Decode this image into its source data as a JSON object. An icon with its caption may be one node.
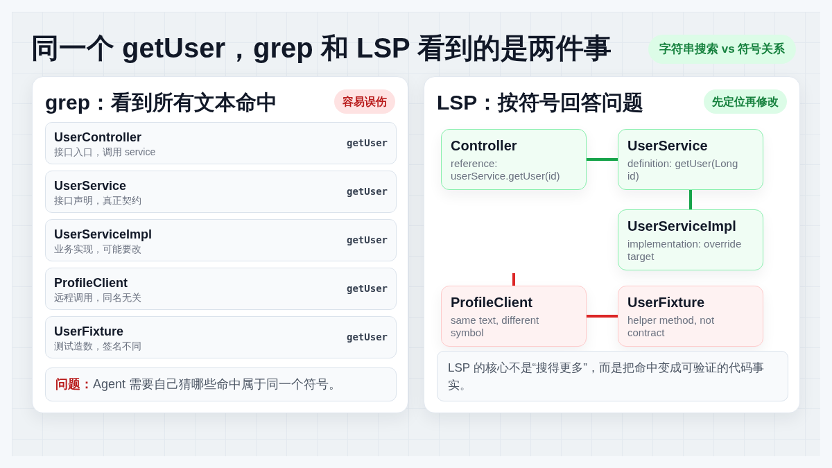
{
  "diagram": {
    "title": "同一个 getUser，grep 和 LSP 看到的是两件事",
    "nodes": [
      {
        "text": [
          "字符串搜索 vs 符号关系"
        ]
      },
      {
        "text": [
          "grep：看到所有文本命中"
        ]
      },
      {
        "text": [
          "容易误伤"
        ],
        "in": 1
      },
      {
        "text": [
          "UserController",
          "接口入口，调用 service",
          "getUser"
        ],
        "in": 1
      },
      {
        "text": [
          "UserService",
          "接口声明，真正契约",
          "getUser"
        ],
        "in": 1
      },
      {
        "text": [
          "UserServiceImpl",
          "业务实现，可能要改",
          "getUser"
        ],
        "in": 1
      },
      {
        "text": [
          "ProfileClient",
          "远程调用，同名无关",
          "getUser"
        ],
        "in": 1
      },
      {
        "text": [
          "UserFixture",
          "测试造数，签名不同",
          "getUser"
        ],
        "in": 1
      },
      {
        "text": [
          "**问题：**Agent 需要自己猜哪些命中属于同一个符号。"
        ],
        "in": 1
      },
      {
        "text": [
          "LSP：按符号回答问题"
        ]
      },
      {
        "text": [
          "先定位再修改"
        ],
        "in": 9
      },
      {
        "text": [
          "Controller",
          "reference: userService.getUser(id)"
        ],
        "in": 9
      },
      {
        "text": [
          "UserService",
          "definition: getUser(Long id)"
        ],
        "in": 9
      },
      {
        "text": [
          "UserServiceImpl",
          "implementation: override target"
        ],
        "in": 9
      },
      {
        "text": [
          "ProfileClient",
          "same text, different symbol"
        ],
        "in": 9
      },
      {
        "text": [
          "UserFixture",
          "helper method, not contract"
        ],
        "in": 9
      },
      {
        "text": [
          "LSP 的核心不是“搜得更多”，而是把命中变成可验证的代码事实。"
        ],
        "in": 9
      }
    ],
    "edges": [
      {
        "from": 11,
        "to": 12,
        "arrow": "none",
        "color": "#16a34a"
      },
      {
        "from": 12,
        "to": 13,
        "arrow": "none",
        "color": "#16a34a"
      },
      {
        "from": null,
        "to": 14,
        "arrow": "none",
        "color": "#dc2626"
      },
      {
        "from": 14,
        "to": 15,
        "arrow": "none",
        "color": "#dc2626"
      }
    ]
  }
}
